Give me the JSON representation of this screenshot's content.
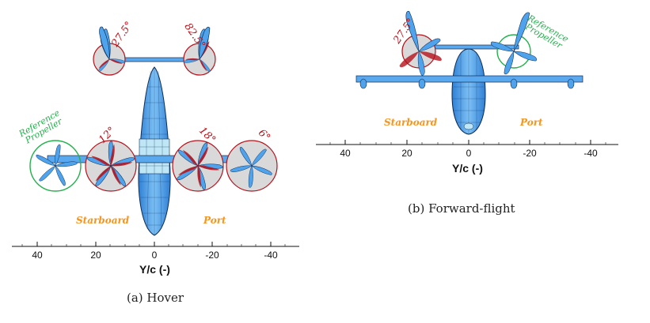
{
  "colors": {
    "aircraft": "#5aa9ef",
    "aircraft_mesh": "#0d2c56",
    "highlight_circle": "#b5121b",
    "highlight_fill": "#d9d9d9",
    "reference_circle": "#22b14c",
    "side_label": "#f7941d"
  },
  "hover": {
    "caption": "(a) Hover",
    "axis_title": "Y/c (-)",
    "ticks": [
      "40",
      "20",
      "0",
      "-20",
      "-40"
    ],
    "starboard": "Starboard",
    "port": "Port",
    "reference_label": [
      "Reference",
      "Propeller"
    ],
    "angles": [
      "27.5°",
      "82.5°",
      "12°",
      "18°",
      "6°"
    ]
  },
  "forward": {
    "caption": "(b) Forward-flight",
    "axis_title": "Y/c (-)",
    "ticks": [
      "40",
      "20",
      "0",
      "-20",
      "-40"
    ],
    "starboard": "Starboard",
    "port": "Port",
    "reference_label": [
      "Reference",
      "Propeller"
    ],
    "angles": [
      "27.5°"
    ]
  }
}
